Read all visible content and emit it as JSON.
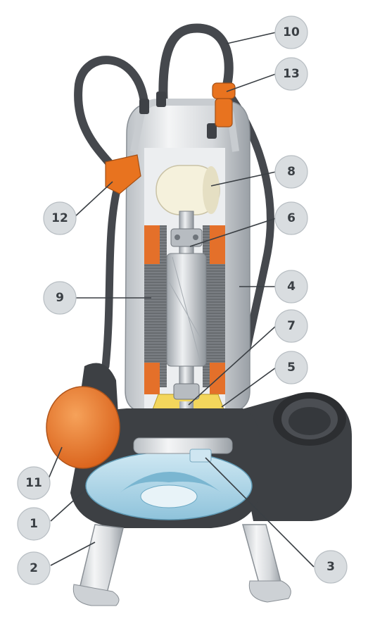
{
  "figure": {
    "subject": "submersible-pump-cutaway",
    "colors": {
      "cable": "#4a4d52",
      "orange": "#e8731f",
      "steel": "#d7dadd",
      "steel_dark": "#9ea4aa",
      "winding": "#6b6f74",
      "impeller_blue": "#a9d3e6",
      "casing": "#3d4044",
      "yellow": "#f3d65c"
    }
  },
  "callouts": [
    {
      "id": "1",
      "label": "1"
    },
    {
      "id": "2",
      "label": "2"
    },
    {
      "id": "3",
      "label": "3"
    },
    {
      "id": "4",
      "label": "4"
    },
    {
      "id": "5",
      "label": "5"
    },
    {
      "id": "6",
      "label": "6"
    },
    {
      "id": "7",
      "label": "7"
    },
    {
      "id": "8",
      "label": "8"
    },
    {
      "id": "9",
      "label": "9"
    },
    {
      "id": "10",
      "label": "10"
    },
    {
      "id": "11",
      "label": "11"
    },
    {
      "id": "12",
      "label": "12"
    },
    {
      "id": "13",
      "label": "13"
    }
  ]
}
